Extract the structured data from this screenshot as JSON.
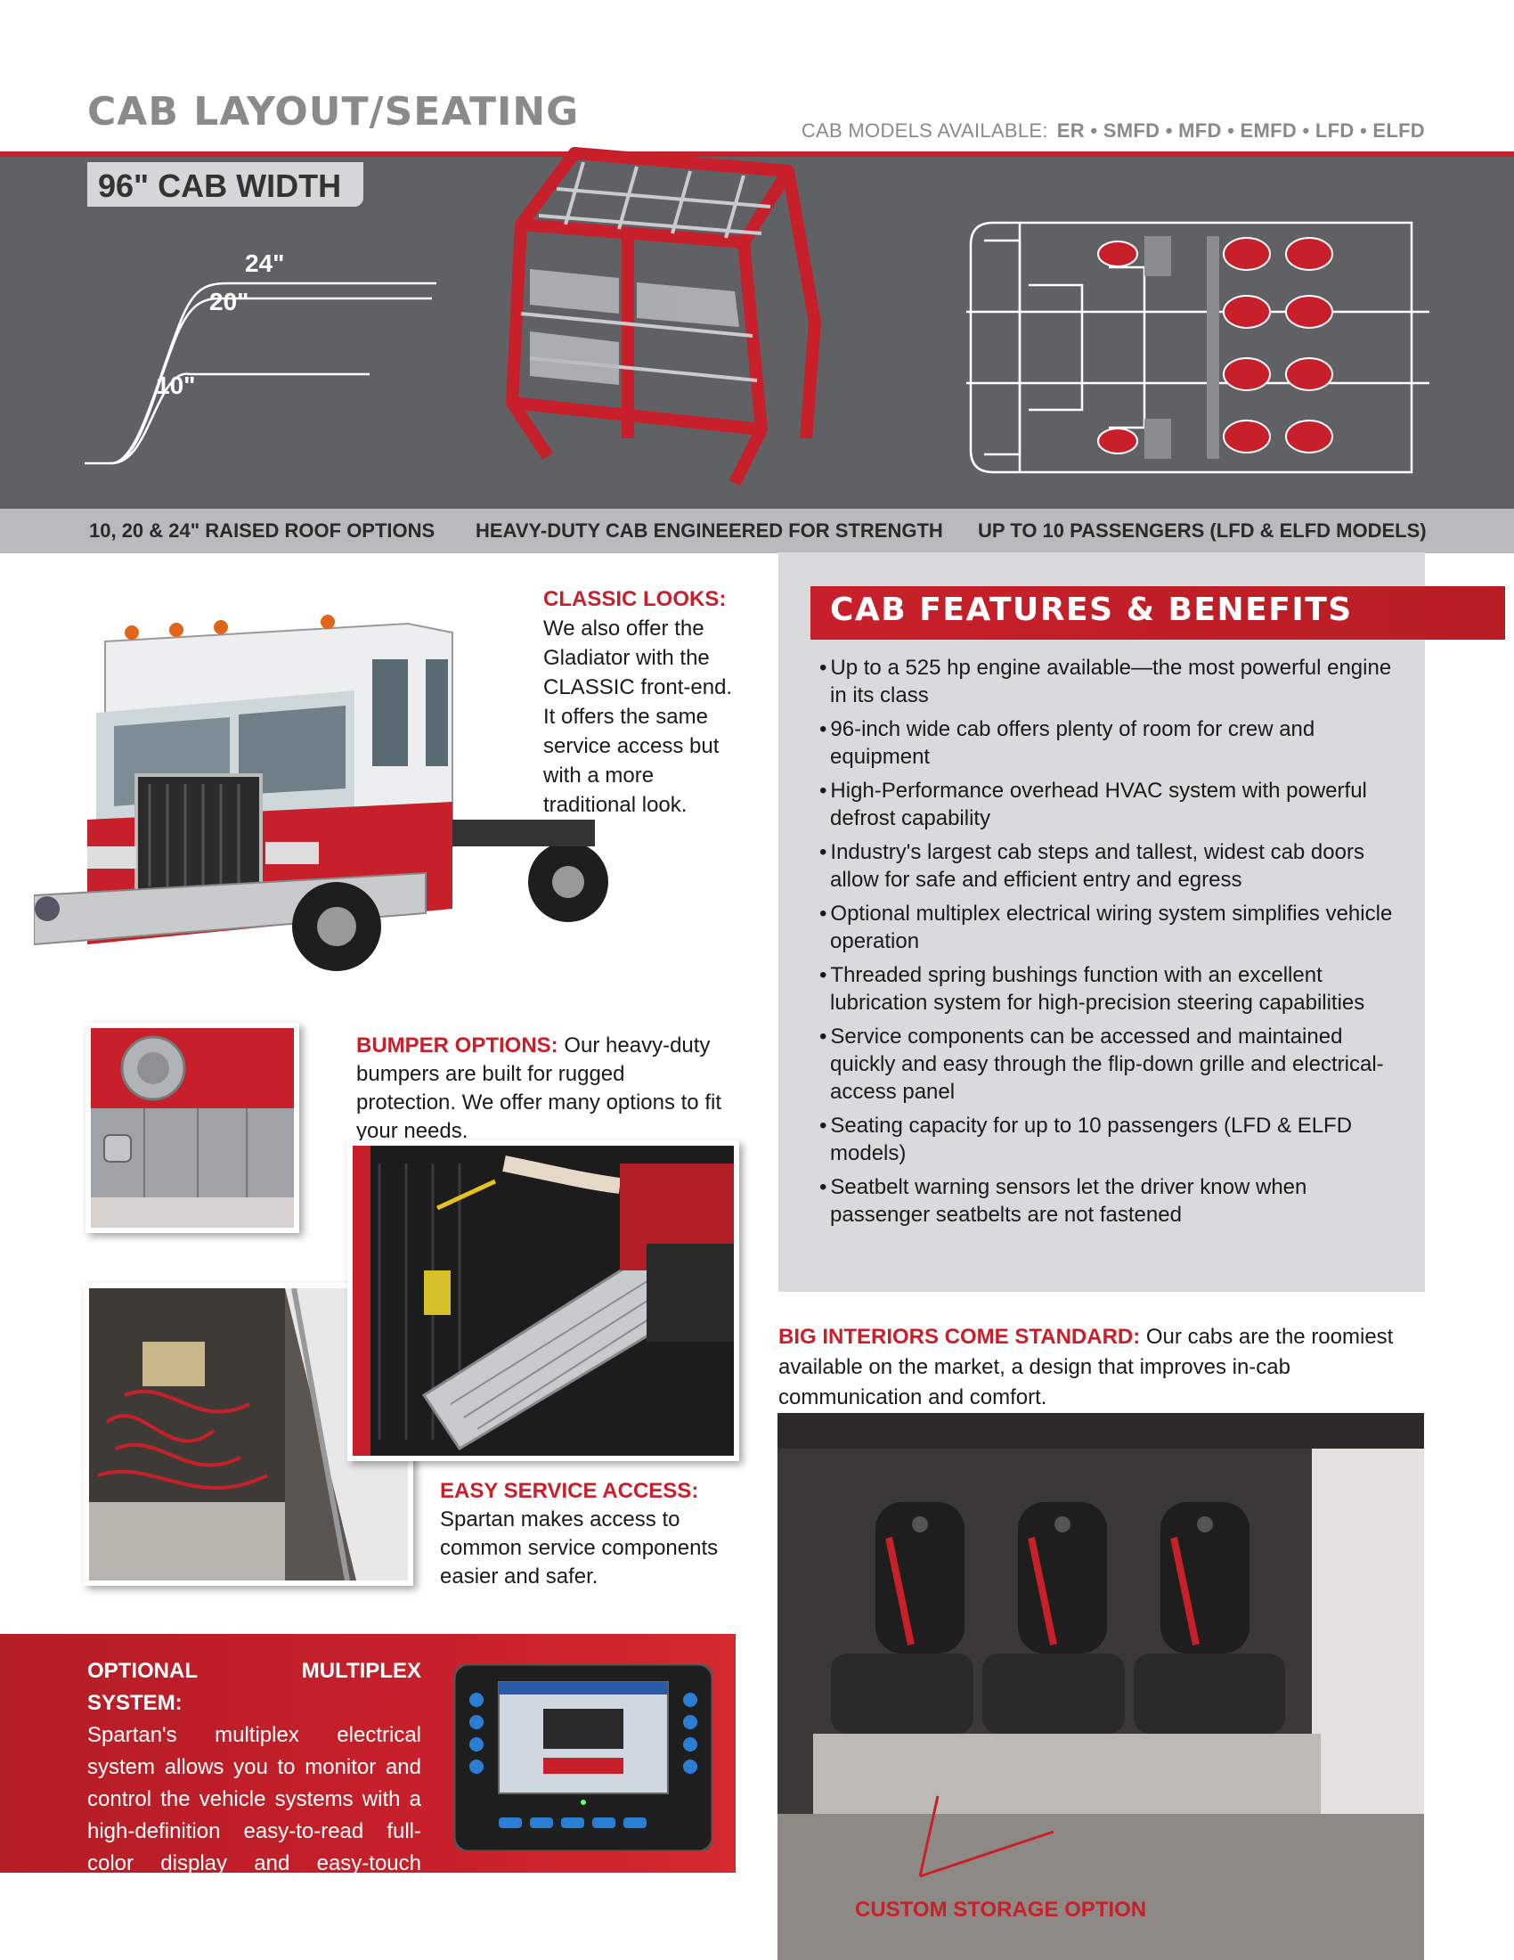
{
  "header": {
    "title": "CAB LAYOUT/SEATING",
    "models_label": "CAB MODELS AVAILABLE:",
    "models": "ER • SMFD • MFD • EMFD • LFD • ELFD"
  },
  "band": {
    "cab_width": "96\" CAB WIDTH",
    "roof_heights": [
      "24\"",
      "20\"",
      "10\""
    ],
    "captions": {
      "roof": "10, 20 & 24\" RAISED ROOF OPTIONS",
      "cab": "HEAVY-DUTY CAB ENGINEERED FOR STRENGTH",
      "passengers": "UP TO 10 PASSENGERS (LFD & ELFD MODELS)"
    }
  },
  "classic": {
    "heading": "CLASSIC LOOKS:",
    "body": "We also offer the Gladiator with the CLASSIC front-end. It offers the same service access but with a more traditional look."
  },
  "features": {
    "title": "CAB FEATURES & BENEFITS",
    "items": [
      "Up to a 525 hp engine available—the most powerful engine in its class",
      "96-inch wide cab offers plenty of room for crew and equipment",
      "High-Performance overhead HVAC system with powerful defrost capability",
      "Industry's largest cab steps and tallest, widest cab doors allow for safe and efficient entry and egress",
      "Optional multiplex electrical wiring system simplifies vehicle operation",
      "Threaded spring bushings function with an excellent lubrication system for high-precision steering capabilities",
      "Service components can be accessed and maintained quickly and easy through the flip-down grille and electrical-access panel",
      "Seating capacity for up to 10 passengers (LFD & ELFD models)",
      "Seatbelt warning sensors let the driver know when passenger seatbelts are not fastened"
    ]
  },
  "bumper": {
    "heading": "BUMPER OPTIONS:",
    "body": " Our heavy-duty bumpers are built for rugged protection. We offer many options to fit your needs."
  },
  "easy_service": {
    "heading": "EASY SERVICE ACCESS:",
    "body": "Spartan makes access to common service components easier and safer."
  },
  "multiplex": {
    "heading": "OPTIONAL MULTIPLEX SYSTEM:",
    "body": "Spartan's multiplex electrical system allows you to monitor and control the vehicle systems with a high-definition easy-to-read full-color display and easy-touch controls."
  },
  "interiors": {
    "heading": "BIG INTERIORS COME STANDARD:",
    "body": " Our cabs are the roomiest available on the market, a design that improves in-cab communication and comfort.",
    "storage_label": "CUSTOM STORAGE OPTION"
  },
  "colors": {
    "brand_red": "#c8202a",
    "band_gray": "#5f6164",
    "caption_gray": "#b9babc",
    "feature_box": "#d9dadc"
  }
}
